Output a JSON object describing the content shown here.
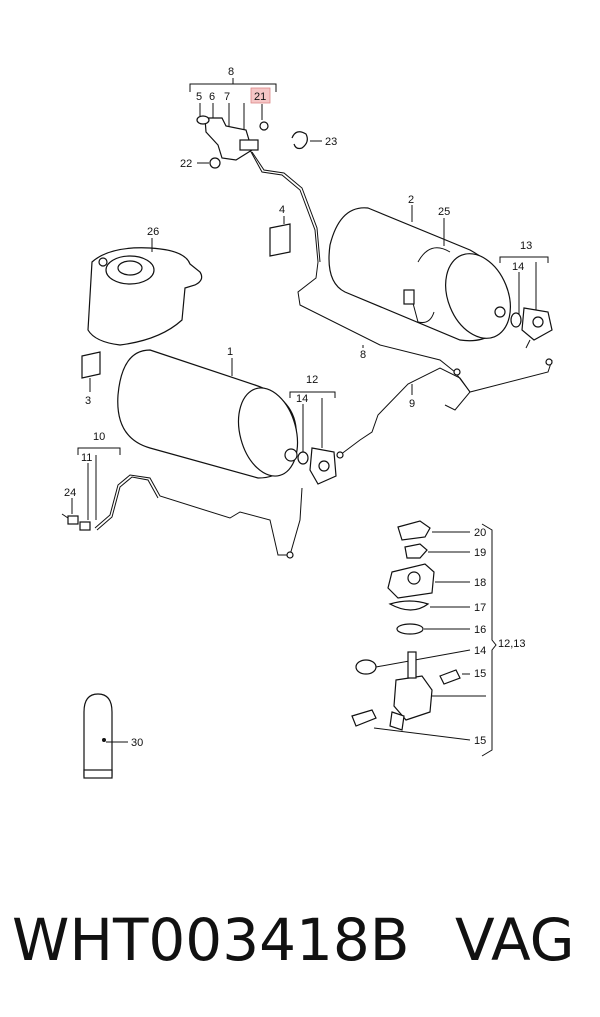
{
  "callouts": {
    "c8_top": "8",
    "c5": "5",
    "c6": "6",
    "c7": "7",
    "c21": "21",
    "c22": "22",
    "c23": "23",
    "c4": "4",
    "c2": "2",
    "c25": "25",
    "c26": "26",
    "c13": "13",
    "c14_right": "14",
    "c8_mid": "8",
    "c1": "1",
    "c3": "3",
    "c9": "9",
    "c12": "12",
    "c14_left": "14",
    "c10": "10",
    "c11": "11",
    "c24": "24",
    "c20": "20",
    "c19": "19",
    "c18": "18",
    "c17": "17",
    "c16": "16",
    "c14_detail": "14",
    "c15_a": "15",
    "c15_b": "15",
    "c12_13": "12,13",
    "c30": "30"
  },
  "highlight_color": "#f5c6c6",
  "footer": {
    "part_code": "WHT003418B",
    "brand": "VAG"
  }
}
